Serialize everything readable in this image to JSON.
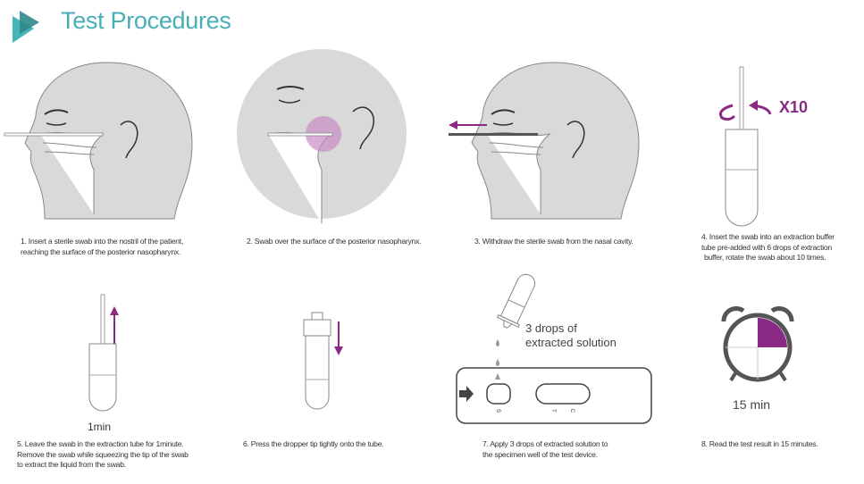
{
  "header": {
    "title": "Test Procedures",
    "logo_icon": "teal-play-triangles-icon"
  },
  "colors": {
    "title": "#4aaeb6",
    "accent_purple": "#8b2a84",
    "logo_light": "#45b5b8",
    "logo_dark": "#2f878c",
    "head_gray": "#d9d9d9"
  },
  "steps": [
    {
      "caption_lines": [
        "1. Insert a sterile swab into the nostril of the patient,",
        "reaching the surface of the posterior nasopharynx."
      ]
    },
    {
      "caption_lines": [
        "2. Swab over the surface of the posterior nasopharynx."
      ]
    },
    {
      "caption_lines": [
        "3. Withdraw the sterile swab from the nasal cavity."
      ]
    },
    {
      "caption_lines": [
        "4. Insert the swab into an extraction buffer",
        "tube pre-added with 6 drops of extraction",
        "buffer, rotate the swab about 10 times."
      ],
      "label": "X10"
    },
    {
      "caption_lines": [
        "5. Leave the swab in the extraction tube for 1minute.",
        "Remove the swab while squeezing the tip of the swab",
        "to extract the liquid from the swab."
      ],
      "label": "1min"
    },
    {
      "caption_lines": [
        "6. Press the dropper tip tightly onto the tube."
      ]
    },
    {
      "caption_lines": [
        "7. Apply 3 drops of extracted solution to",
        "the specimen well of the test device."
      ],
      "label_lines": [
        "3 drops of",
        "extracted solution"
      ],
      "device_marks": [
        "S",
        "T",
        "C"
      ]
    },
    {
      "caption_lines": [
        "8. Read the test result in 15 minutes."
      ],
      "label": "15 min",
      "timer_progress": 0.25
    }
  ]
}
